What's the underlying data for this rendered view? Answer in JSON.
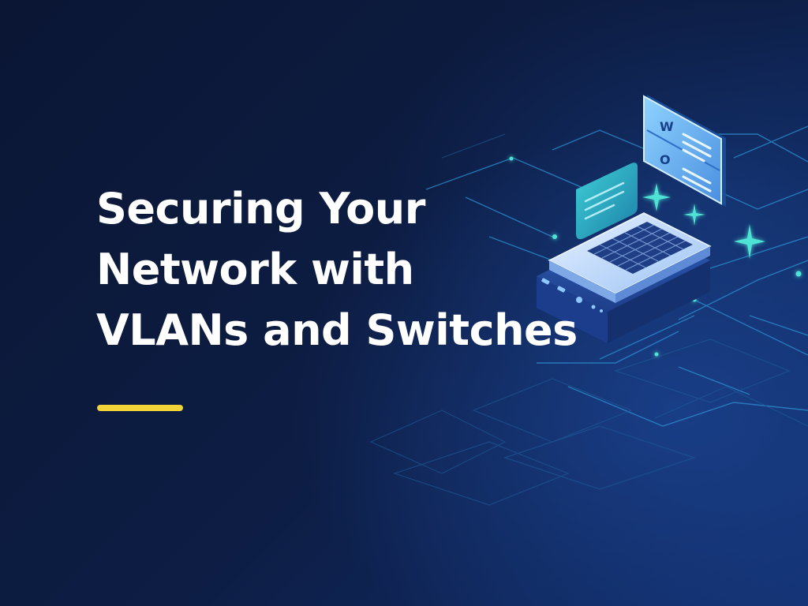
{
  "headline": {
    "line1": "Securing Your",
    "line2": "Network with",
    "line3": "VLANs and Switches"
  },
  "screen_glyphs": {
    "top": "W",
    "bottom": "O"
  },
  "colors": {
    "background": "#0c1a3a",
    "accent": "#f3d438",
    "network_line": "#2d8fd0",
    "glow": "#4fe3d6",
    "laptop_body": "#cfe3ff"
  },
  "icons": [
    "network-lines",
    "laptop-illustration",
    "floating-window-icon",
    "chat-bubble-icon",
    "sparkle-icon"
  ]
}
